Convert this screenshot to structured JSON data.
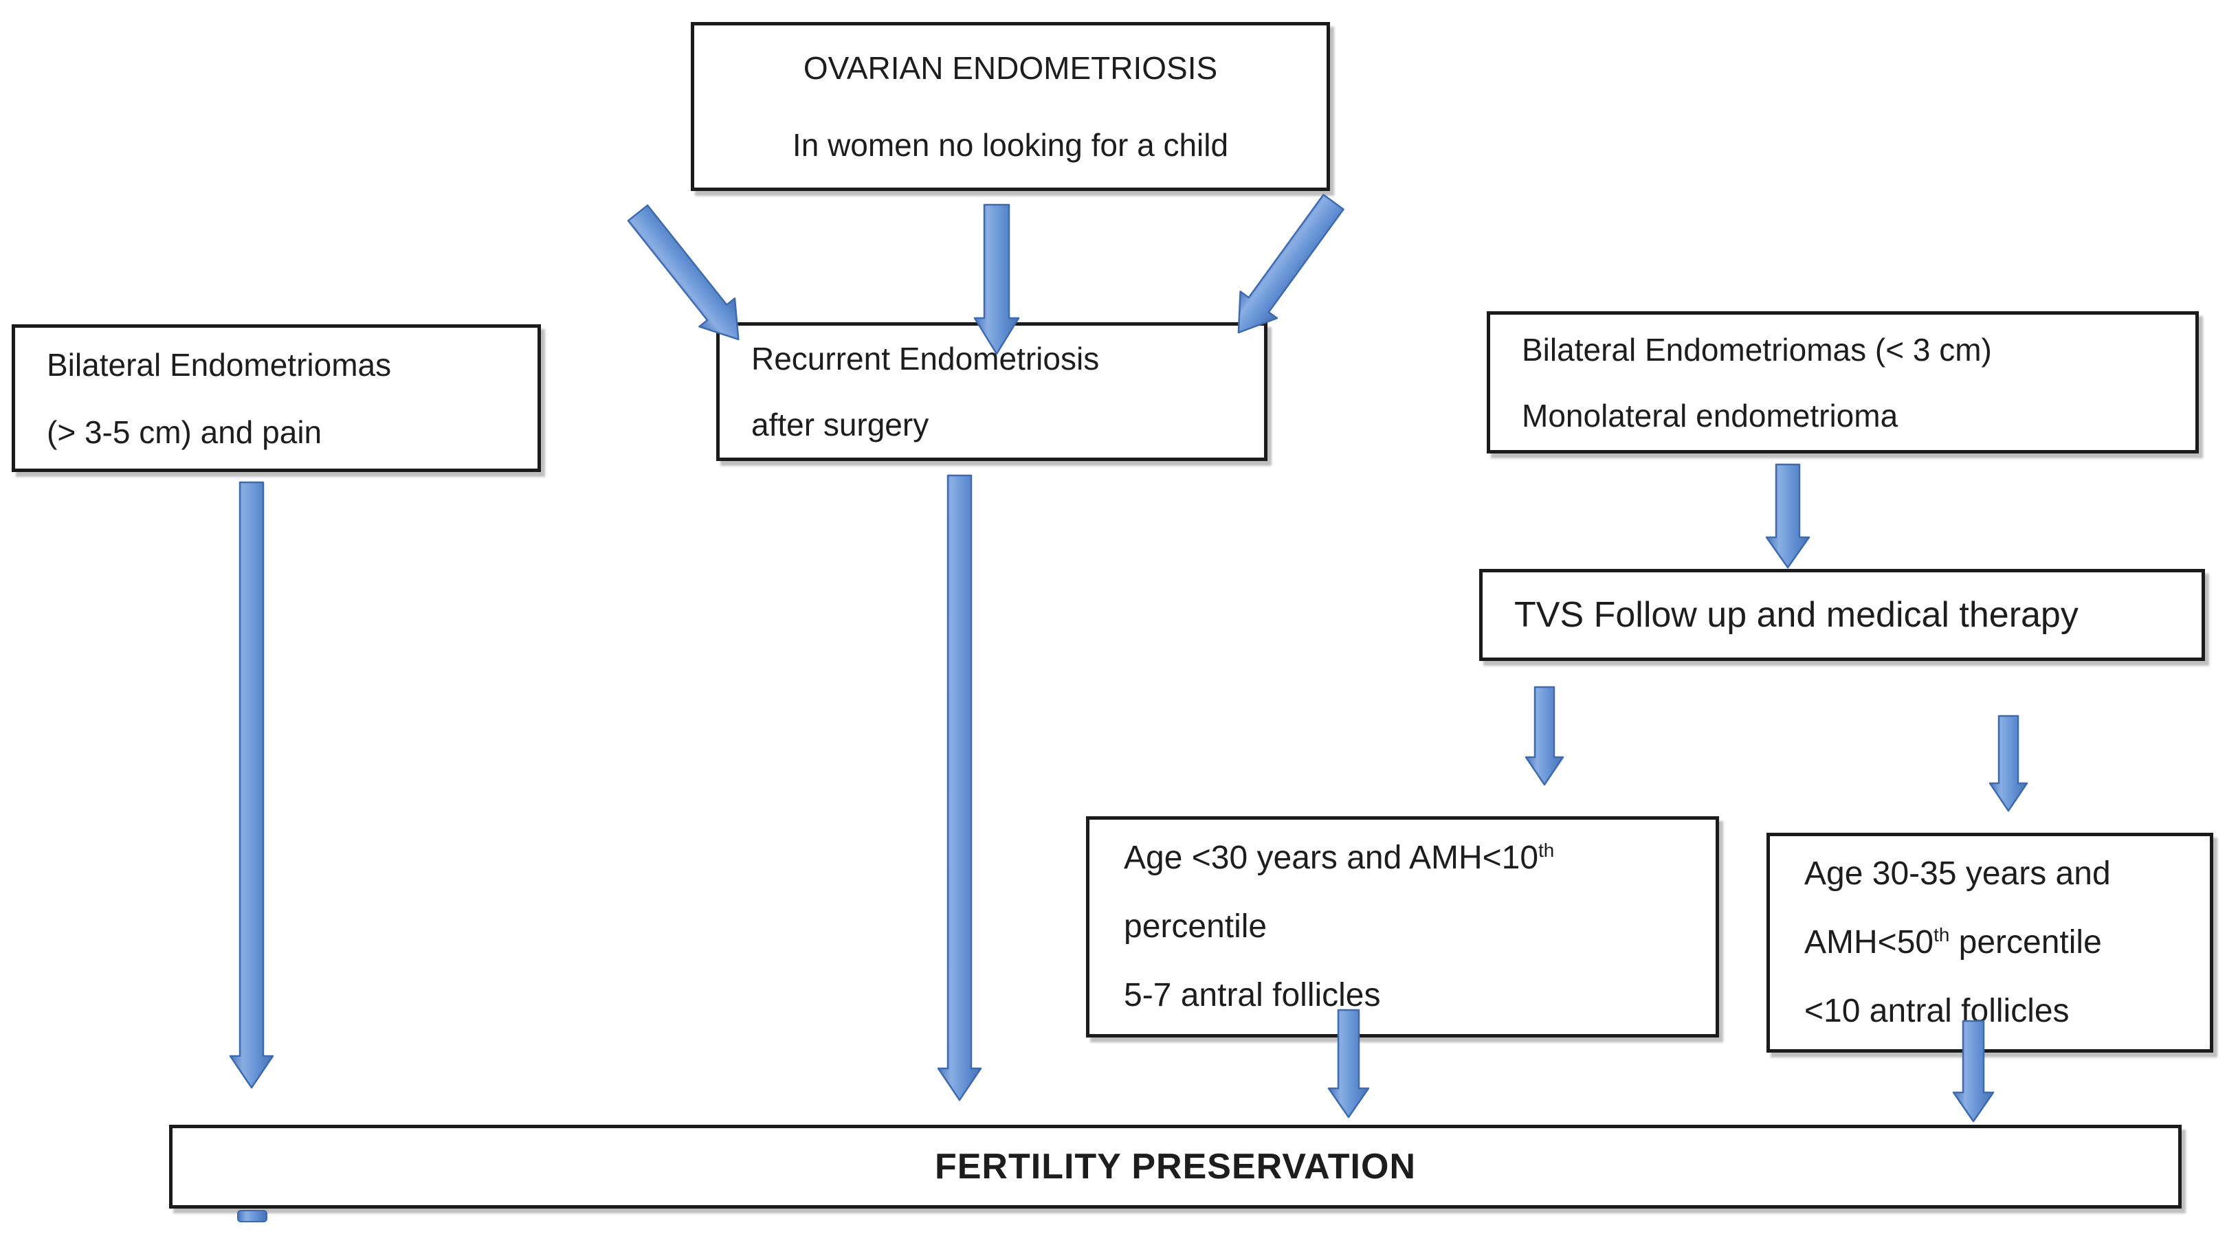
{
  "diagram": {
    "title_node": {
      "line1": "OVARIAN ENDOMETRIOSIS",
      "line2": "In women no looking for a child"
    },
    "left_branch": {
      "line1": "Bilateral Endometriomas",
      "line2": "(> 3-5 cm) and pain"
    },
    "middle_branch": {
      "line1": "Recurrent Endometriosis",
      "line2": "after surgery"
    },
    "right_branch": {
      "line1": "Bilateral Endometriomas (< 3 cm)",
      "line2": "Monolateral endometrioma"
    },
    "tvs_node": {
      "line1": "TVS Follow up and medical therapy"
    },
    "criteria_left": {
      "line1_main": "Age <30 years and AMH<10",
      "line1_sup": "th",
      "line2": "percentile",
      "line3": "5-7 antral follicles"
    },
    "criteria_right": {
      "line1": "Age 30-35 years and",
      "line2_main": "AMH<50",
      "line2_sup": "th",
      "line2_rest": " percentile",
      "line3": "<10 antral follicles"
    },
    "outcome_node": {
      "label": "FERTILITY PRESERVATION"
    }
  },
  "icons": {
    "flow_arrow": "down-block-arrow"
  },
  "colors": {
    "background": "#FFFFFF",
    "text": "#1D1D1D",
    "box_border": "#1B1B1B",
    "arrow_fill_dark": "#4A77BC",
    "arrow_fill_light": "#8AAEE3",
    "arrow_fill_mid": "#6694D6",
    "arrow_stroke": "#3E6BAE"
  }
}
